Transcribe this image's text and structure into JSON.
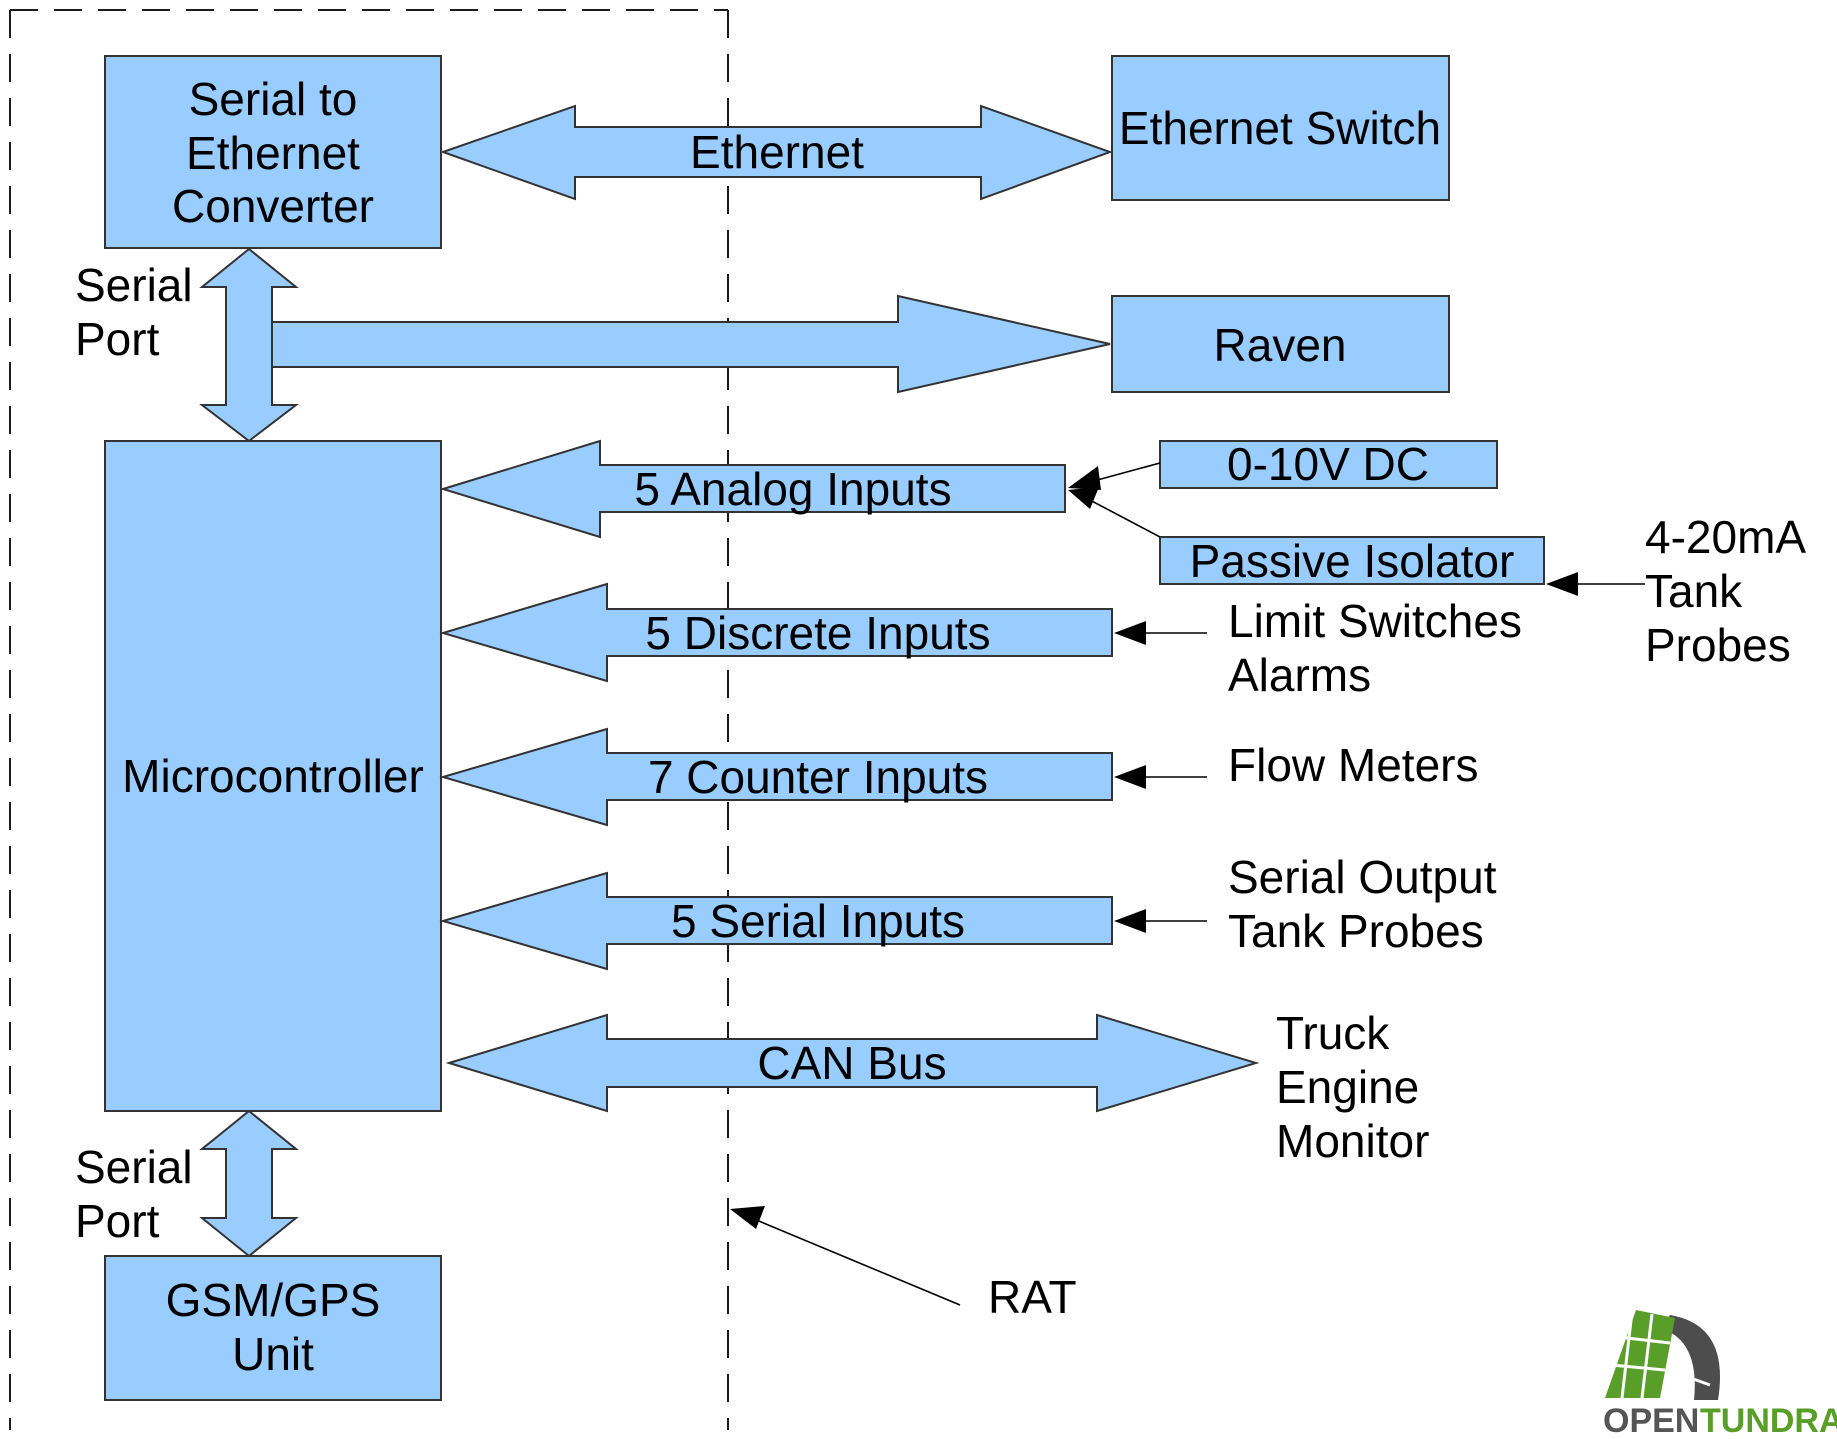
{
  "colors": {
    "block_fill": "#99ccff",
    "block_stroke": "#333333",
    "logo_green": "#5a9e2a",
    "logo_gray": "#555555"
  },
  "boxes": {
    "serial_converter": [
      "Serial to",
      "Ethernet",
      "Converter"
    ],
    "ethernet_switch": "Ethernet Switch",
    "raven": "Raven",
    "microcontroller": "Microcontroller",
    "gsm_gps": [
      "GSM/GPS",
      "Unit"
    ],
    "zero_ten_v": "0-10V DC",
    "passive_isolator": "Passive Isolator"
  },
  "arrows": {
    "ethernet": "Ethernet",
    "analog": "5 Analog Inputs",
    "discrete": "5 Discrete Inputs",
    "counter": "7 Counter Inputs",
    "serial_inputs": "5 Serial Inputs",
    "can_bus": "CAN Bus"
  },
  "labels": {
    "serial_port_top": [
      "Serial",
      "Port"
    ],
    "serial_port_bottom": [
      "Serial",
      "Port"
    ],
    "tank_probes_420": [
      "4-20mA",
      "Tank",
      "Probes"
    ],
    "limit_switches": [
      "Limit Switches",
      "Alarms"
    ],
    "flow_meters": "Flow Meters",
    "serial_output": [
      "Serial Output",
      "Tank Probes"
    ],
    "truck_engine": [
      "Truck",
      "Engine",
      "Monitor"
    ],
    "rat": "RAT"
  },
  "logo": {
    "word_open": "OPEN",
    "word_tundra": "TUNDRA"
  },
  "icons": {
    "logo": "solar-panel-road-logo"
  }
}
